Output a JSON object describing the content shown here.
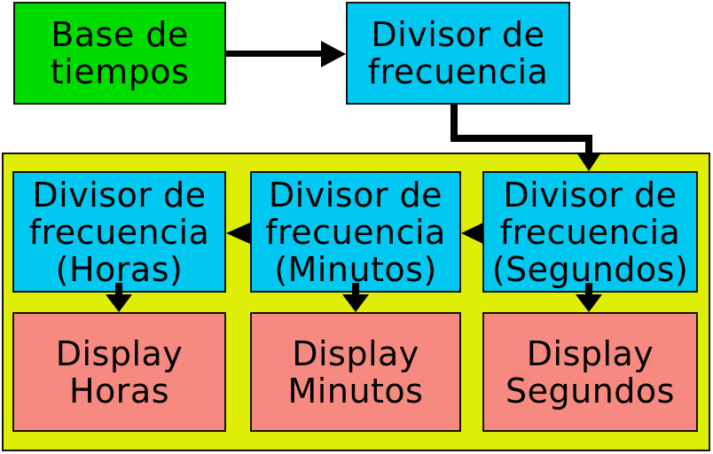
{
  "colors": {
    "background": "#ffffff",
    "base-fill": "#00db00",
    "divider-fill": "#00c8f0",
    "display-fill": "#f78a80",
    "container-fill": "#dfee06",
    "border": "#141414",
    "arrow": "#000000",
    "text": "#000000"
  },
  "nodes": {
    "base": {
      "label": "Base de\ntiempos"
    },
    "main_divider": {
      "label": "Divisor de\nfrecuencia"
    },
    "hours_divider": {
      "label": "Divisor de\nfrecuencia\n(Horas)"
    },
    "minutes_divider": {
      "label": "Divisor de\nfrecuencia\n(Minutos)"
    },
    "seconds_divider": {
      "label": "Divisor de\nfrecuencia\n(Segundos)"
    },
    "hours_display": {
      "label": "Display\nHoras"
    },
    "minutes_display": {
      "label": "Display\nMinutos"
    },
    "seconds_display": {
      "label": "Display\nSegundos"
    }
  }
}
